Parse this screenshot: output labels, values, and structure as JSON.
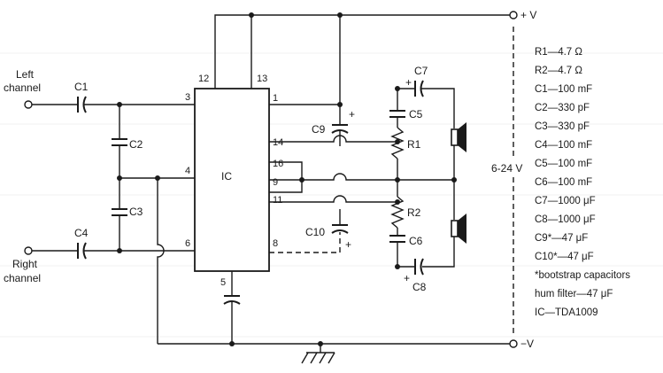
{
  "labels": {
    "left_channel": [
      "Left",
      "channel"
    ],
    "right_channel": [
      "Right",
      "channel"
    ],
    "ic": "IC",
    "supply_pos": "+ V",
    "supply_neg": "−V",
    "supply_range": "6-24 V"
  },
  "ic_pins": [
    "12",
    "13",
    "1",
    "3",
    "14",
    "16",
    "4",
    "9",
    "11",
    "6",
    "8",
    "5"
  ],
  "component_labels": {
    "c1": "C1",
    "c2": "C2",
    "c3": "C3",
    "c4": "C4",
    "c5": "C5",
    "c6": "C6",
    "c7": "C7",
    "c8": "C8",
    "c9": "C9",
    "c10": "C10",
    "r1": "R1",
    "r2": "R2"
  },
  "polarity_mark": "+",
  "parts_list": [
    "R1—4.7 Ω",
    "R2—4.7 Ω",
    "C1—100 mF",
    "C2—330 pF",
    "C3—330 pF",
    "C4—100 mF",
    "C5—100 mF",
    "C6—100 mF",
    "C7—1000 μF",
    "C8—1000 μF",
    "C9*—47 μF",
    "C10*—47 μF",
    "*bootstrap capacitors",
    "hum filter—47 μF",
    "IC—TDA1009"
  ]
}
